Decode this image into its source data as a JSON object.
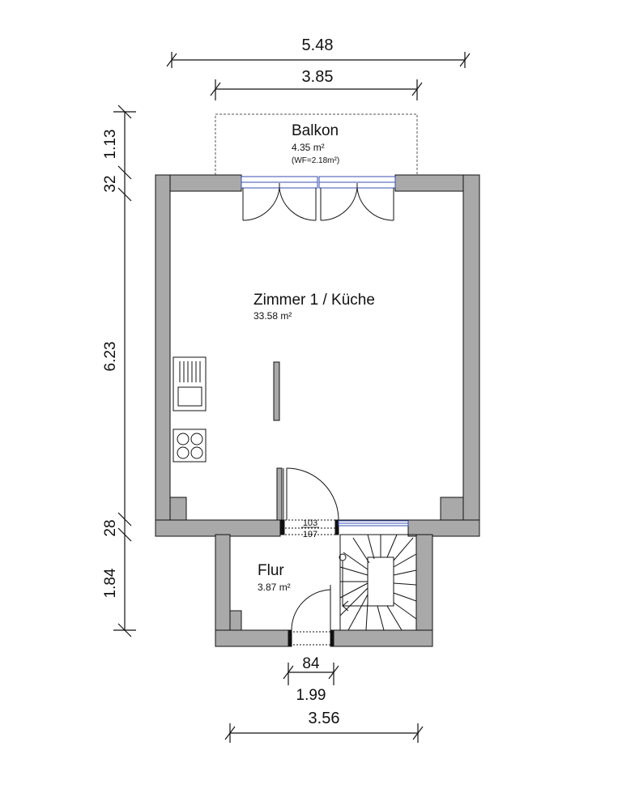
{
  "dimensions": {
    "top_overall": "5.48",
    "top_balcony": "3.85",
    "left_balcony_depth": "1.13",
    "left_wall_top": "32",
    "left_room": "6.23",
    "left_wall_mid": "28",
    "left_flur": "1.84",
    "door_width": "84",
    "door_clear": "1.99",
    "bottom_overall": "3.56",
    "door_sill_top": "103",
    "door_sill_bottom": "197"
  },
  "rooms": {
    "balkon": {
      "name": "Balkon",
      "area": "4.35 m²",
      "note": "(WF=2.18m²)"
    },
    "zimmer": {
      "name": "Zimmer 1 / Küche",
      "area": "33.58 m²"
    },
    "flur": {
      "name": "Flur",
      "area": "3.87 m²"
    }
  },
  "colors": {
    "wall": "#a9a9a9",
    "line": "#111111",
    "window": "#3a4fb0"
  }
}
